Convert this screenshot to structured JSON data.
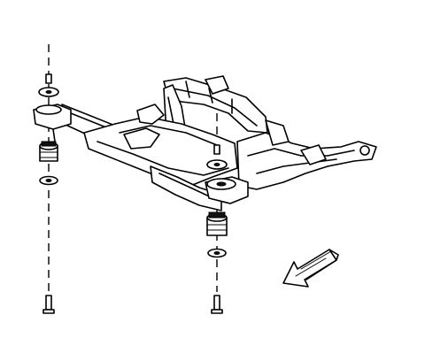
{
  "diagram": {
    "parts": [
      "frame",
      "mount-bolt",
      "washer",
      "bushing",
      "insulator",
      "direction-arrow"
    ],
    "line_color": "#000000",
    "background": "#ffffff"
  }
}
